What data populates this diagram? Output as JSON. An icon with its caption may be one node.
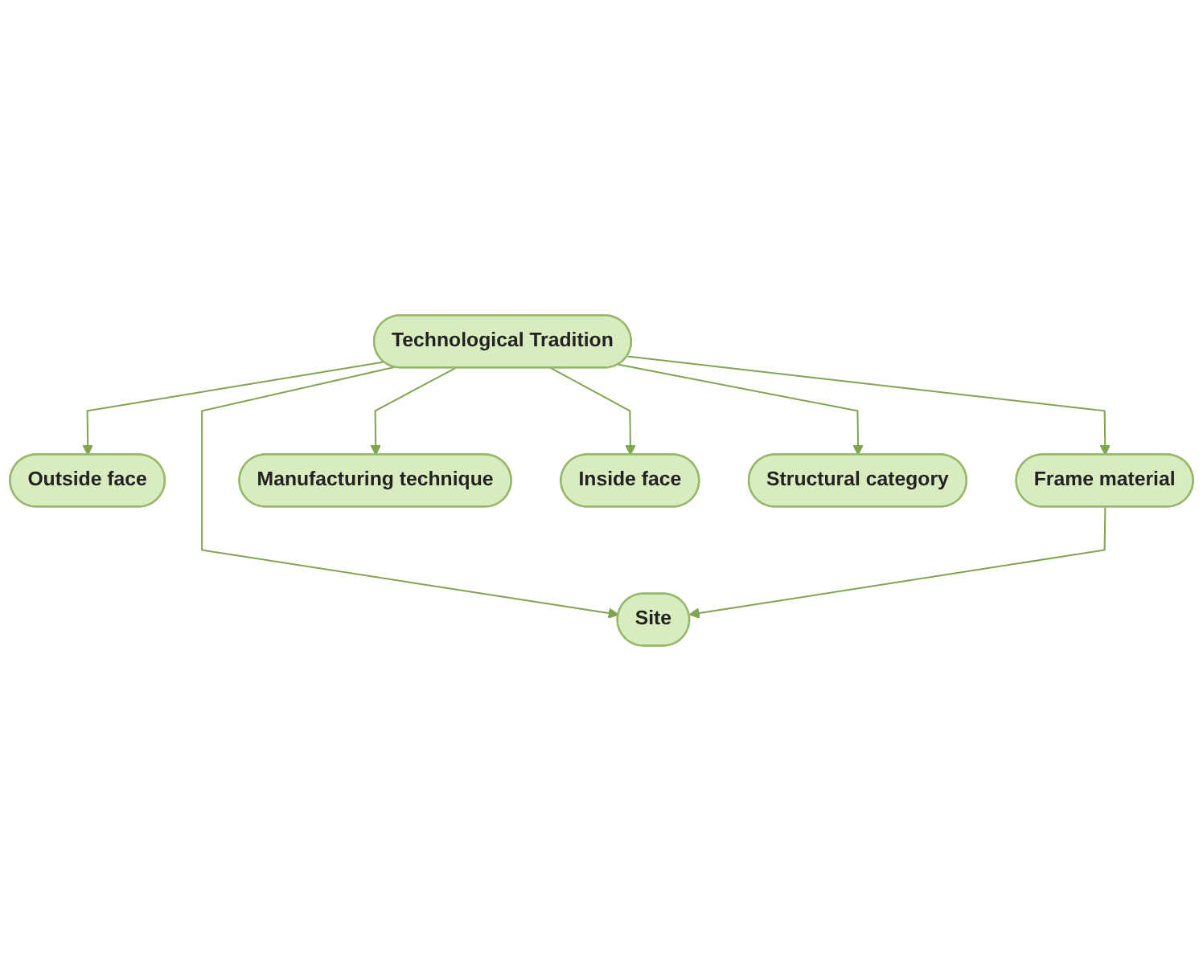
{
  "diagram": {
    "nodes": [
      {
        "text": [
          "Technological Tradition"
        ]
      },
      {
        "text": [
          "Outside face"
        ]
      },
      {
        "text": [
          "Frame material"
        ]
      },
      {
        "text": [
          "Manufacturing technique"
        ]
      },
      {
        "text": [
          "Inside face"
        ]
      },
      {
        "text": [
          "Site"
        ]
      },
      {
        "text": [
          "Structural category"
        ]
      }
    ],
    "edges": [
      {
        "from": 0,
        "to": 5,
        "arrow": "to"
      },
      {
        "from": 0,
        "to": 2,
        "arrow": "to"
      },
      {
        "from": 0,
        "to": 3,
        "arrow": "to"
      },
      {
        "from": 0,
        "to": 6,
        "arrow": "to"
      },
      {
        "from": 0,
        "to": 4,
        "arrow": "to"
      },
      {
        "from": 0,
        "to": 1,
        "arrow": "to"
      },
      {
        "from": 2,
        "to": 5,
        "arrow": "to"
      }
    ]
  }
}
